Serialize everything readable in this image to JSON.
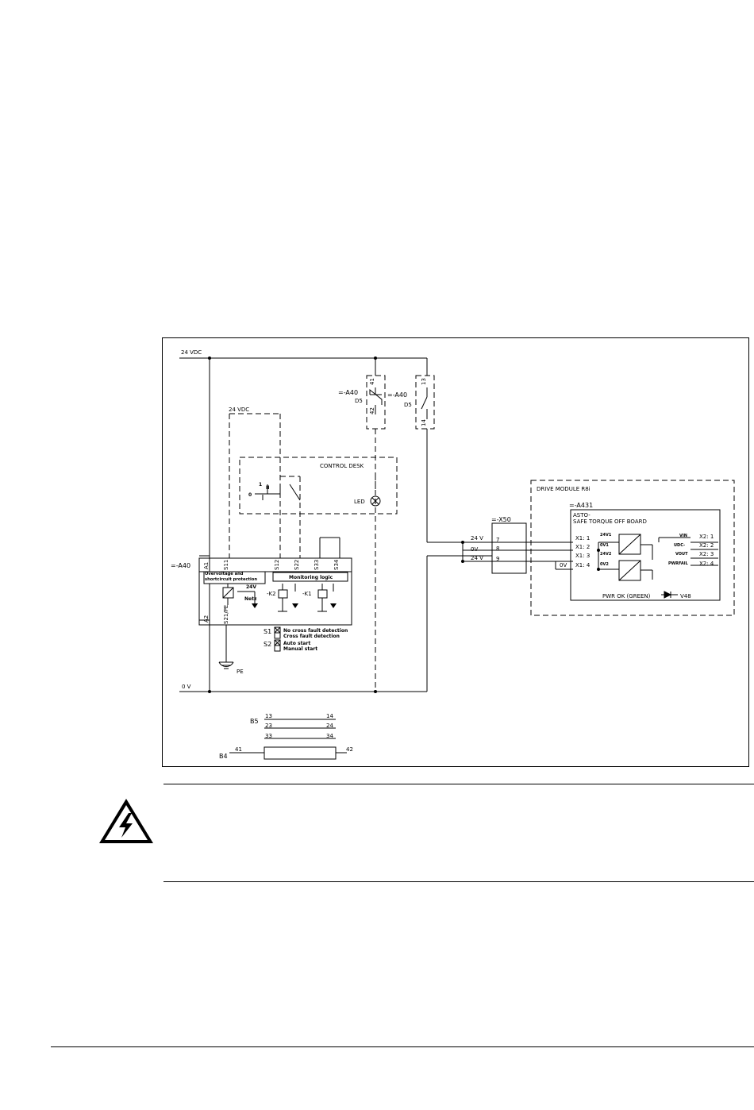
{
  "diagram": {
    "rails": {
      "supply": "24 VDC",
      "supply_local": "24 VDC",
      "zero": "0 V",
      "earth": "PE"
    },
    "relay": {
      "ref": "=-A40",
      "ref_contact_nc": "=-A40",
      "ref_contact_no": "=-A40",
      "d5_left": "D5",
      "d5_right": "D5",
      "t41": "41",
      "t42": "42",
      "t13": "13",
      "t14": "14",
      "a1": "A1",
      "a2": "A2",
      "s11": "S11",
      "s12": "S12",
      "s22": "S22",
      "s33": "S33",
      "s34": "S34",
      "s21pe": "S21/PE",
      "block_protection": "Overvoltage and shortcircuit protection",
      "block_logic": "Monitoring logic",
      "v24": "24V",
      "netz": "Netz",
      "k1": "-K1",
      "k2": "-K2",
      "s1": "S1",
      "s2": "S2",
      "s1_opt1": "No cross fault detection",
      "s1_opt2": "Cross fault detection",
      "s2_opt1": "Auto start",
      "s2_opt2": "Manual start"
    },
    "desk": {
      "title": "CONTROL DESK",
      "led": "LED",
      "pos0": "0",
      "pos1": "1",
      "pos2": "II"
    },
    "terminal": {
      "ref": "=-X50",
      "l7": "24 V",
      "l8": "0V",
      "l9": "24 V",
      "n7": "7",
      "n8": "8",
      "n9": "9"
    },
    "drive": {
      "title": "DRIVE MODULE R8i",
      "board_ref": "=-A431",
      "board_name_1": "ASTO-",
      "board_name_2": "SAFE TORQUE OFF BOARD",
      "x11": "X1: 1",
      "x12": "X1: 2",
      "x13": "X1: 3",
      "x14": "X1: 4",
      "ov": "0V",
      "v24v1": "24V1",
      "v0v1": "0V1",
      "v24v2": "24V2",
      "v0v2": "0V2",
      "vin": "VIN",
      "udc": "UDC-",
      "vout": "VOUT",
      "pwrfail": "PWRFAIL",
      "x21": "X2: 1",
      "x22": "X2: 2",
      "x23": "X2: 3",
      "x24": "X2: 4",
      "pwr_ok": "PWR OK (GREEN)",
      "v48": "V48"
    },
    "switches": {
      "b5": "B5",
      "b4": "B4",
      "c13": "13",
      "c23": "23",
      "c33": "33",
      "c41": "41",
      "c14": "14",
      "c24": "24",
      "c34": "34",
      "c42": "42"
    }
  },
  "warning": {
    "icon": "high-voltage-warning-icon"
  }
}
